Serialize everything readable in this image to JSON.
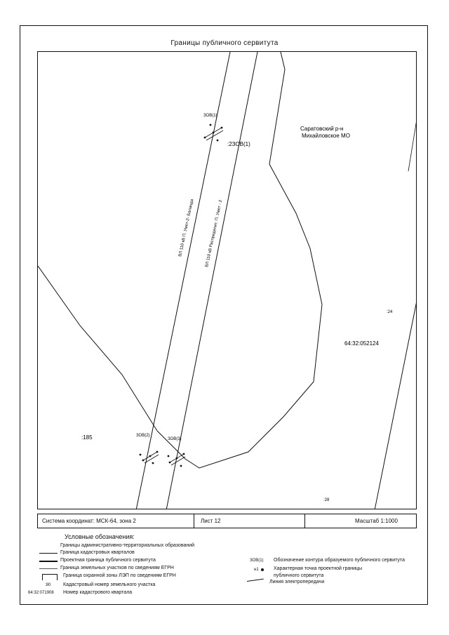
{
  "document": {
    "title": "Границы публичного сервитута"
  },
  "map": {
    "region_label_1": "Саратовский р-н",
    "region_label_2": "Михайловское МО",
    "contour_label_top": ":2ЗОВ(1)",
    "quarter_number": "64:32:052124",
    "parcel_24": ":24",
    "parcel_28": ":28",
    "parcel_185": ":185",
    "line_label_1": "ВЛ 110 кВ П. Умет-2- Баланда",
    "line_label_2": "ВЛ 110 кВ Распределит. П. Умет - 2",
    "point_tag_top": "ЗОВ(1)",
    "point_tag_bl": "ЗОВ(2)",
    "point_tag_br": "ЗОВ(3)"
  },
  "info_bar": {
    "coords": "Система координат: МСК-64, зона 2",
    "sheet": "Лист 12",
    "scale": "Масштаб 1:1000"
  },
  "legend": {
    "title": "Условные обозначения:",
    "admin_border": "Границы административно-территориальных образований",
    "cadastral_quarters": "Граница кадастровых кварталов",
    "project_border": "Проектная граница публичного сервитута",
    "land_plots": "Граница земельных участков по сведениям ЕГРН",
    "protection_zone": "Граница охранной зоны ЛЭП по сведениям ЕГРН",
    "cad_number_sample": ":80",
    "cad_number_text": "Кадастровый номер земельного участка",
    "quarter_sample": "64:32:071908",
    "quarter_text": "Номер кадастрового квартала",
    "contour_sample": "ЗОВ(1)",
    "contour_text": "Обозначение контура образуемого публичного сервитута",
    "point_sample": "н1",
    "point_text_1": "Характерная точка проектной границы",
    "point_text_2": "публичного сервитута",
    "power_line_text": "Линия электропередачи"
  }
}
